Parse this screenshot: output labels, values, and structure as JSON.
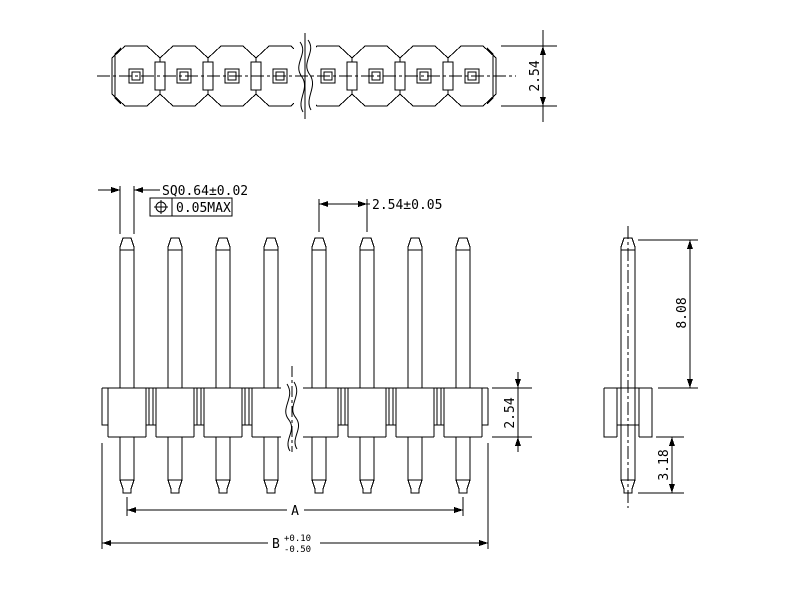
{
  "drawing": {
    "type": "technical-drawing",
    "subject": "single-row pin header connector, three orthographic views",
    "colors": {
      "line": "#000000",
      "background": "#ffffff"
    },
    "labels": {
      "pin_square_size": "SQ0.64±0.02",
      "position_tolerance_value": "0.05MAX",
      "pin_pitch": "2.54±0.05",
      "row_width_top_view": "2.54",
      "body_height": "2.54",
      "pin_length_above_body": "8.08",
      "pin_length_below_body": "3.18",
      "dim_a": "A",
      "dim_b": "B",
      "dim_b_upper_tol": "+0.10",
      "dim_b_lower_tol": "-0.50"
    },
    "views": {
      "top_view_pins": 8,
      "front_view_pins": 8,
      "side_view_pins": 1
    }
  }
}
